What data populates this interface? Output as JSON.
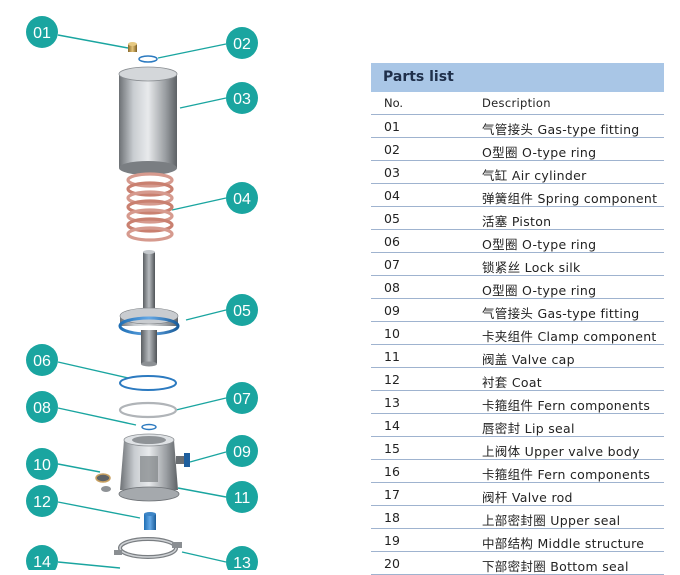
{
  "callouts": [
    {
      "num": "01"
    },
    {
      "num": "02"
    },
    {
      "num": "03"
    },
    {
      "num": "04"
    },
    {
      "num": "05"
    },
    {
      "num": "06"
    },
    {
      "num": "07"
    },
    {
      "num": "08"
    },
    {
      "num": "09"
    },
    {
      "num": "10"
    },
    {
      "num": "11"
    },
    {
      "num": "12"
    },
    {
      "num": "13"
    },
    {
      "num": "14"
    }
  ],
  "parts_list": {
    "title": "Parts list",
    "col_no": "No.",
    "col_desc": "Description",
    "rows": [
      {
        "no": "01",
        "desc": "气管接头 Gas-type fitting"
      },
      {
        "no": "02",
        "desc": "O型圈 O-type ring"
      },
      {
        "no": "03",
        "desc": "气缸 Air cylinder"
      },
      {
        "no": "04",
        "desc": "弹簧组件 Spring component"
      },
      {
        "no": "05",
        "desc": "活塞 Piston"
      },
      {
        "no": "06",
        "desc": "O型圈 O-type ring"
      },
      {
        "no": "07",
        "desc": "锁紧丝 Lock silk"
      },
      {
        "no": "08",
        "desc": "O型圈 O-type ring"
      },
      {
        "no": "09",
        "desc": "气管接头 Gas-type fitting"
      },
      {
        "no": "10",
        "desc": "卡夹组件 Clamp component"
      },
      {
        "no": "11",
        "desc": "阀盖 Valve cap"
      },
      {
        "no": "12",
        "desc": "衬套 Coat"
      },
      {
        "no": "13",
        "desc": "卡箍组件 Fern components"
      },
      {
        "no": "14",
        "desc": "唇密封 Lip seal"
      },
      {
        "no": "15",
        "desc": "上阀体 Upper valve body"
      },
      {
        "no": "16",
        "desc": "卡箍组件 Fern components"
      },
      {
        "no": "17",
        "desc": "阀杆 Valve rod"
      },
      {
        "no": "18",
        "desc": "上部密封圈 Upper seal"
      },
      {
        "no": "19",
        "desc": "中部结构 Middle structure"
      },
      {
        "no": "20",
        "desc": "下部密封圈 Bottom seal"
      }
    ]
  },
  "colors": {
    "callout": "#1aa5a0",
    "table_header": "#a9c6e6",
    "row_rule": "#9fb3cf"
  }
}
